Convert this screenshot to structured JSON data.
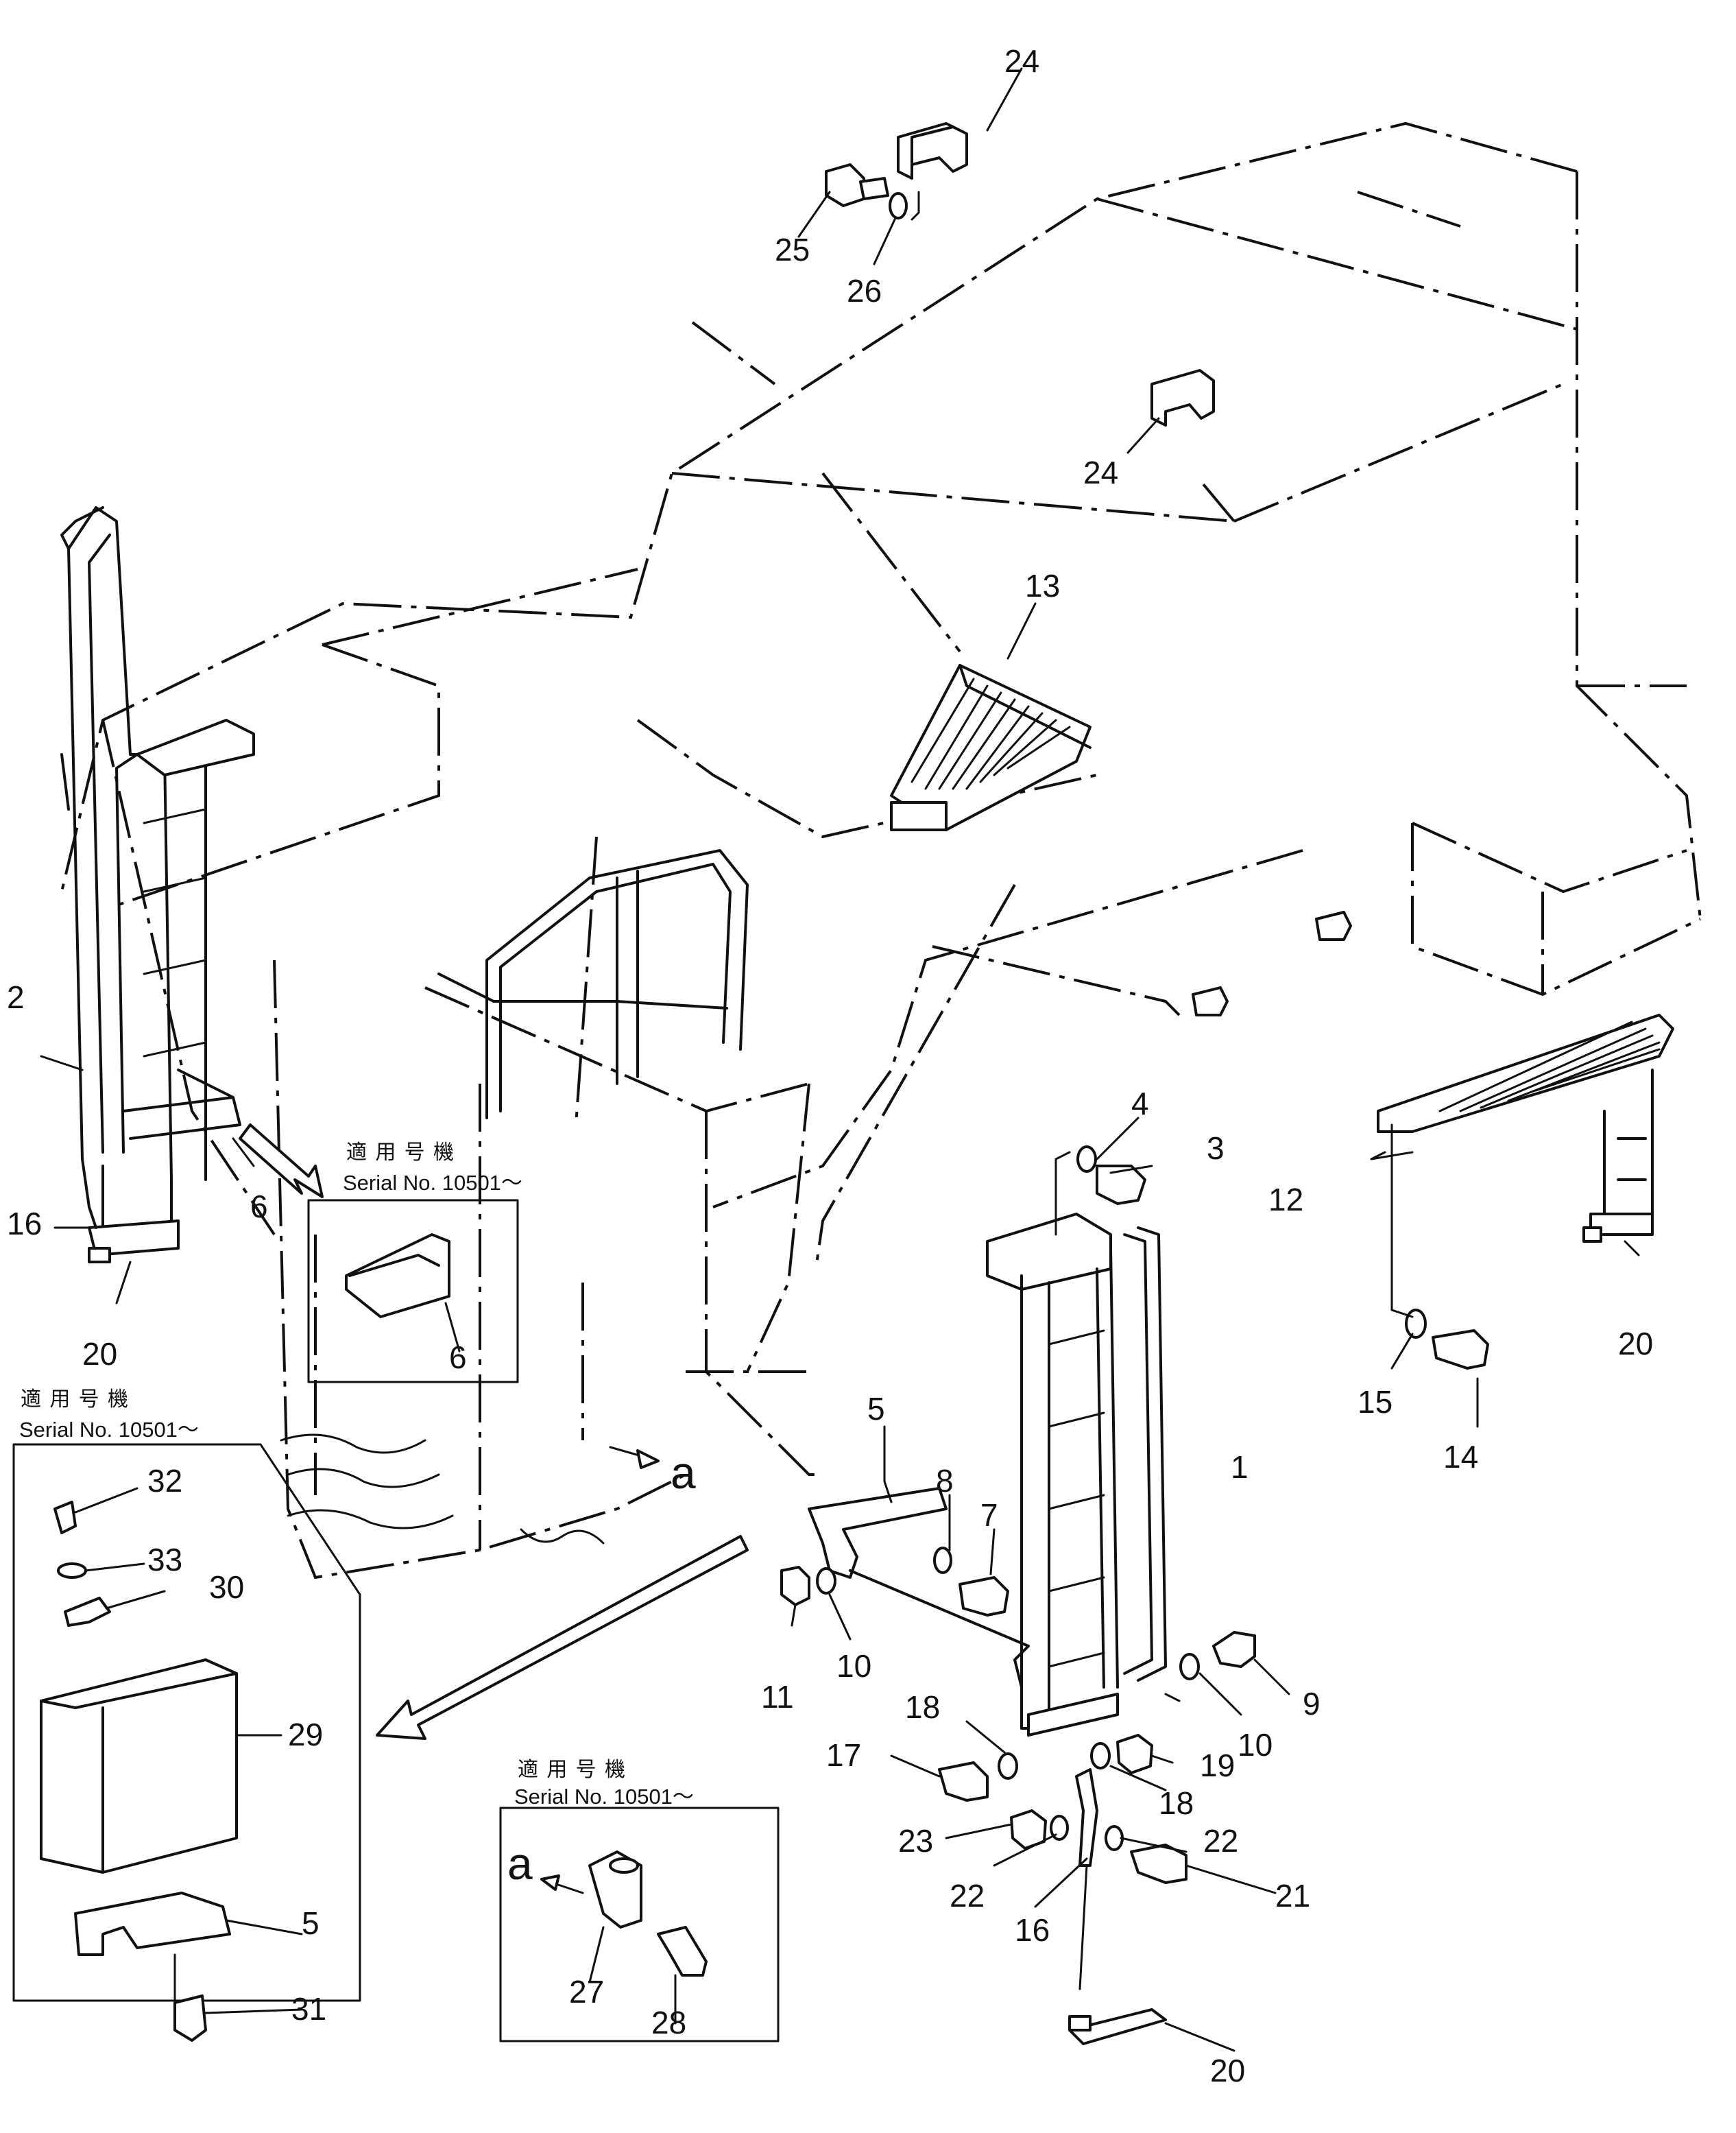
{
  "callouts": {
    "n1": "1",
    "n2": "2",
    "n3": "3",
    "n4": "4",
    "n5a": "5",
    "n5b": "5",
    "n6a": "6",
    "n6b": "6",
    "n7": "7",
    "n8": "8",
    "n9": "9",
    "n10a": "10",
    "n10b": "10",
    "n11": "11",
    "n12": "12",
    "n13": "13",
    "n14": "14",
    "n15": "15",
    "n16a": "16",
    "n16b": "16",
    "n17": "17",
    "n18a": "18",
    "n18b": "18",
    "n19": "19",
    "n20a": "20",
    "n20b": "20",
    "n20c": "20",
    "n21": "21",
    "n22a": "22",
    "n22b": "22",
    "n23": "23",
    "n24a": "24",
    "n24b": "24",
    "n25": "25",
    "n26": "26",
    "n27": "27",
    "n28": "28",
    "n29": "29",
    "n30": "30",
    "n31": "31",
    "n32": "32",
    "n33": "33"
  },
  "detail_boxes": {
    "bracket": {
      "caption_jp": "適 用 号 機",
      "caption_serial": "Serial No. 10501～"
    },
    "toolbox": {
      "caption_jp": "適 用 号 機",
      "caption_serial": "Serial No. 10501～"
    },
    "bolt": {
      "caption_jp": "適 用 号 機",
      "caption_serial": "Serial No. 10501～"
    }
  },
  "view_markers": {
    "main": "a",
    "detail": "a"
  }
}
